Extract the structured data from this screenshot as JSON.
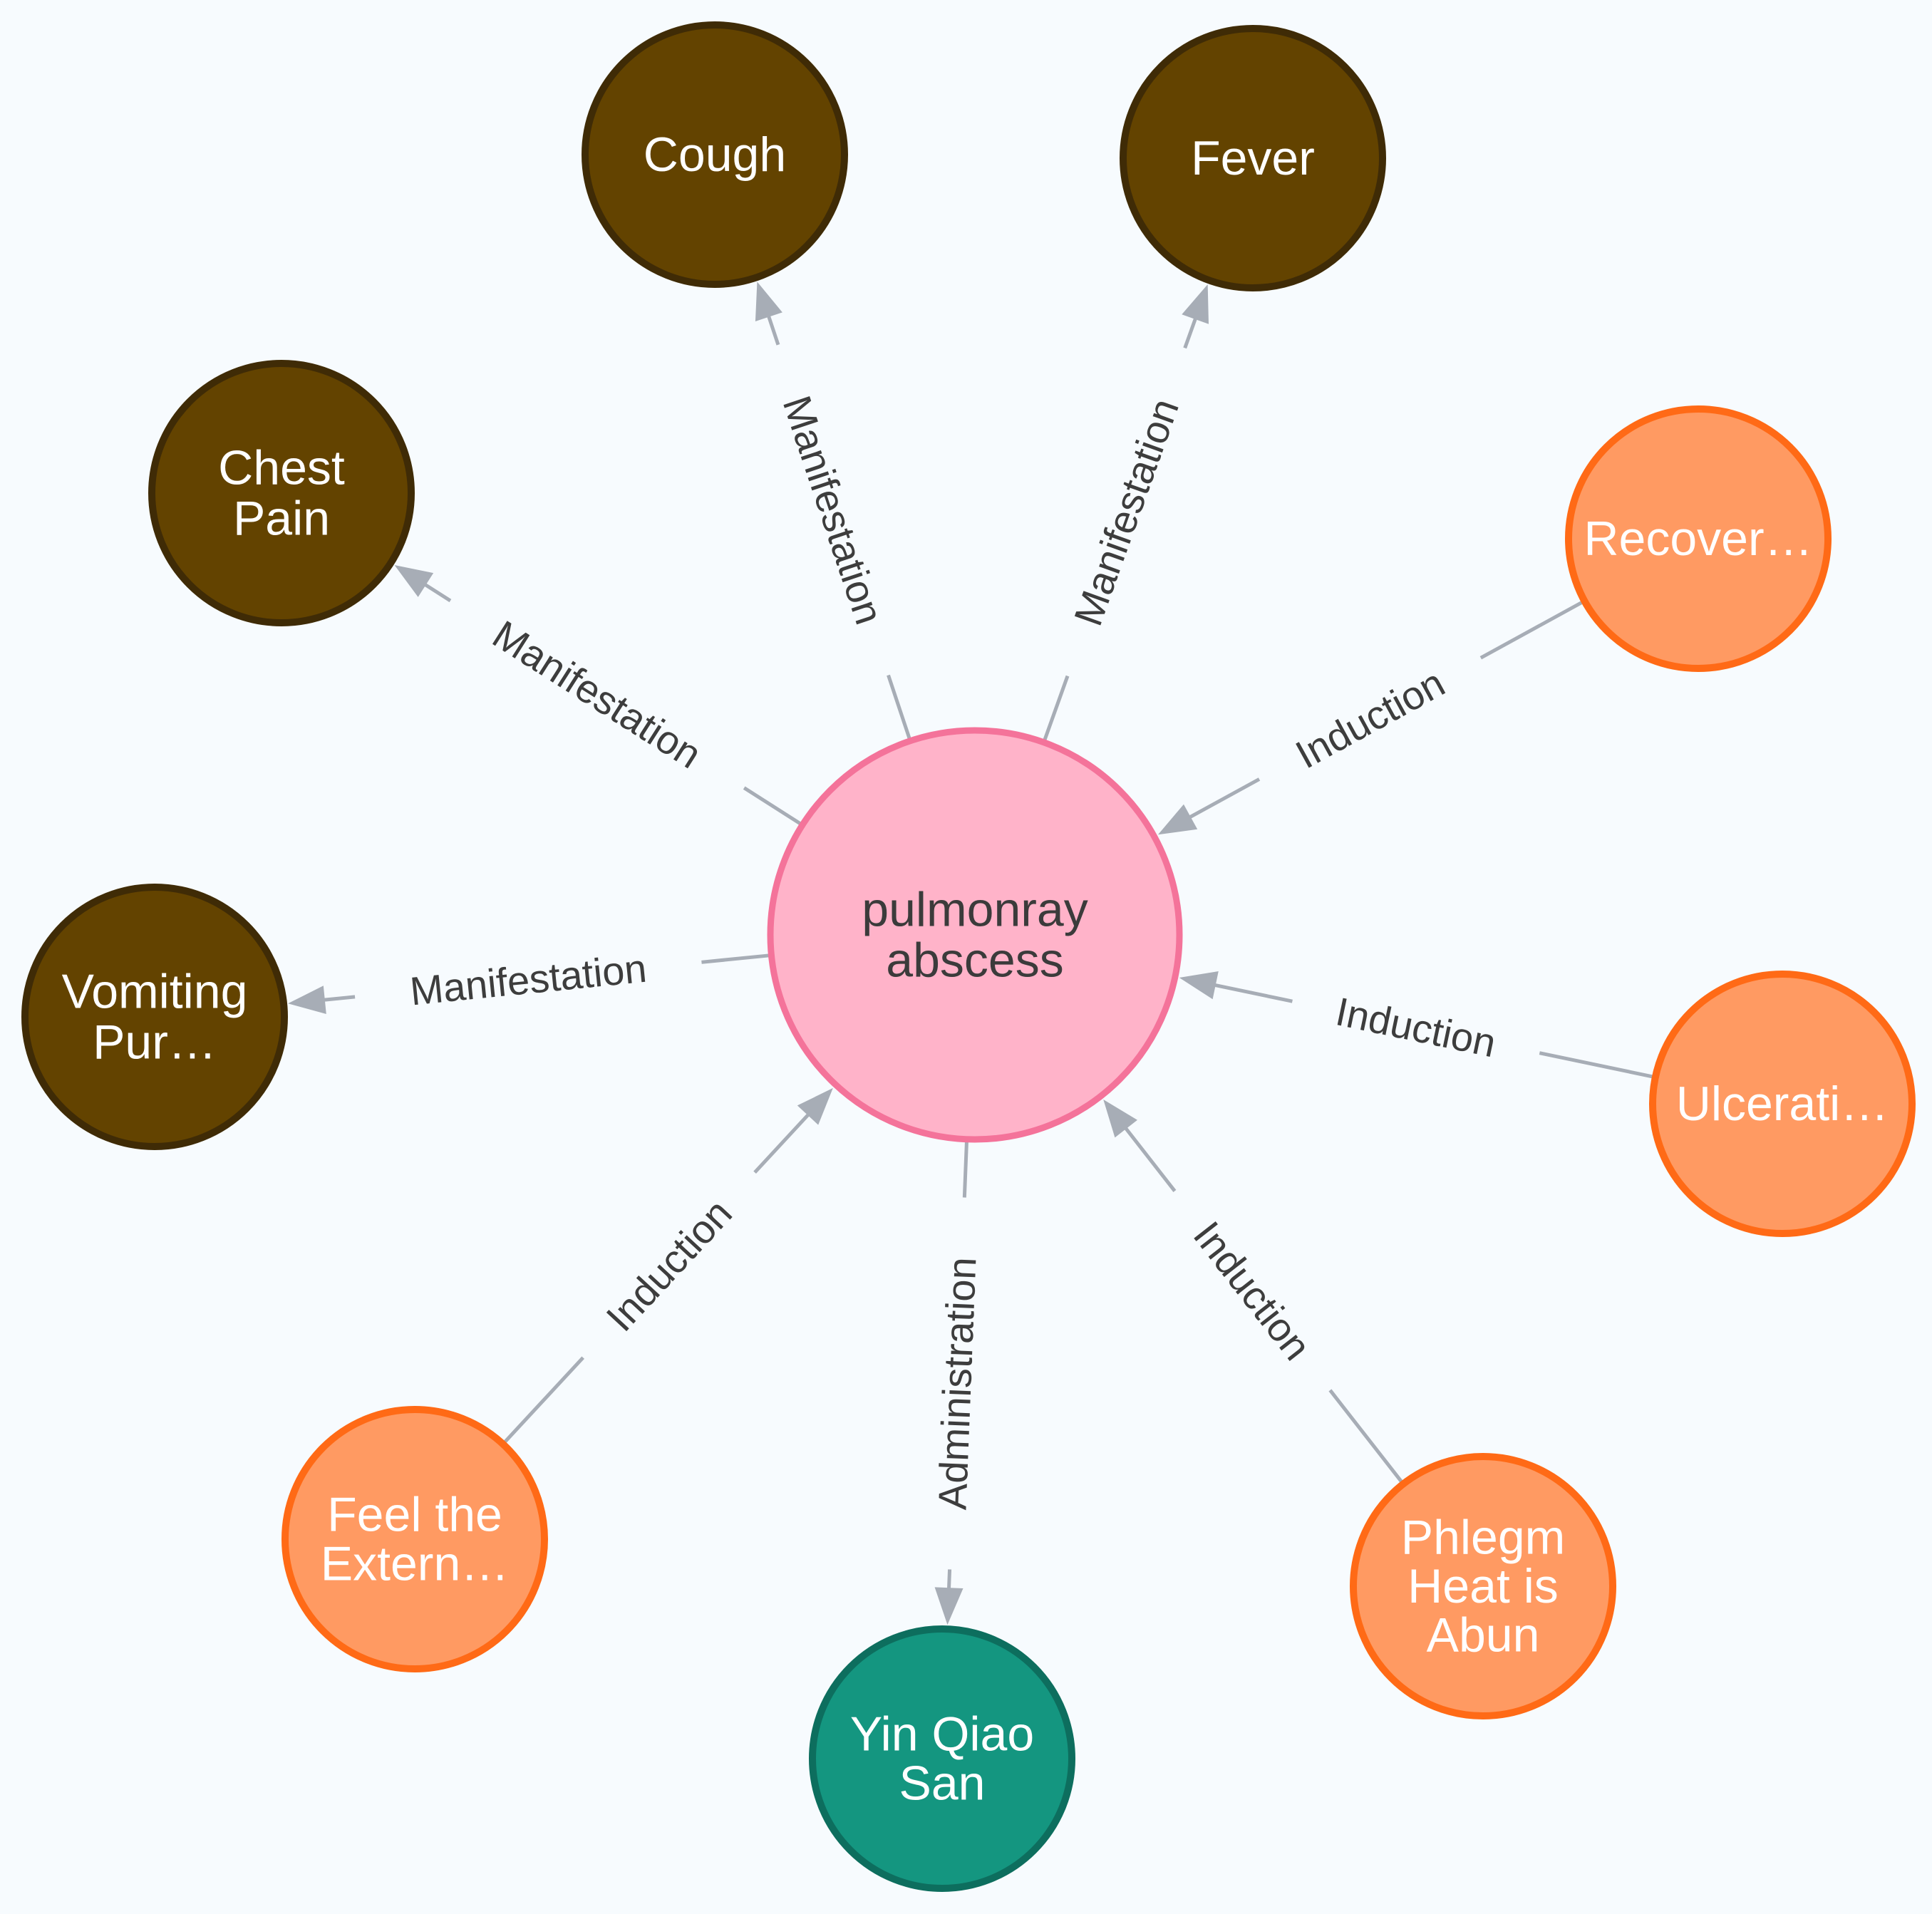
{
  "center": {
    "id": "center",
    "lines": [
      "pulmonray",
      "abscess"
    ],
    "fill": "#ffb3c9",
    "stroke": "#f4739a",
    "text_color": "#3b3b3b"
  },
  "nodes": [
    {
      "id": "cough",
      "lines": [
        "Cough"
      ],
      "fill": "#634300",
      "stroke": "#3f2b06",
      "text_color": "#ffffff"
    },
    {
      "id": "fever",
      "lines": [
        "Fever"
      ],
      "fill": "#634300",
      "stroke": "#3f2b06",
      "text_color": "#ffffff"
    },
    {
      "id": "chest-pain",
      "lines": [
        "Chest",
        "Pain"
      ],
      "fill": "#634300",
      "stroke": "#3f2b06",
      "text_color": "#ffffff"
    },
    {
      "id": "vomiting",
      "lines": [
        "Vomiting",
        "Pur…"
      ],
      "fill": "#634300",
      "stroke": "#3f2b06",
      "text_color": "#ffffff"
    },
    {
      "id": "recover",
      "lines": [
        "Recover…"
      ],
      "fill": "#ff9a62",
      "stroke": "#ff6a16",
      "text_color": "#ffffff"
    },
    {
      "id": "ulcerati",
      "lines": [
        "Ulcerati…"
      ],
      "fill": "#ff9a62",
      "stroke": "#ff6a16",
      "text_color": "#ffffff"
    },
    {
      "id": "feel-extern",
      "lines": [
        "Feel the",
        "Extern…"
      ],
      "fill": "#ff9a62",
      "stroke": "#ff6a16",
      "text_color": "#ffffff"
    },
    {
      "id": "phlegm-heat",
      "lines": [
        "Phlegm",
        "Heat is",
        "Abun"
      ],
      "fill": "#ff9a62",
      "stroke": "#ff6a16",
      "text_color": "#ffffff"
    },
    {
      "id": "yin-qiao-san",
      "lines": [
        "Yin Qiao",
        "San"
      ],
      "fill": "#149680",
      "stroke": "#0d6e5e",
      "text_color": "#ffffff"
    }
  ],
  "edges": [
    {
      "from": "center",
      "to": "cough",
      "label": "Manifestation"
    },
    {
      "from": "center",
      "to": "fever",
      "label": "Manifestation"
    },
    {
      "from": "center",
      "to": "chest-pain",
      "label": "Manifestation"
    },
    {
      "from": "center",
      "to": "vomiting",
      "label": "Manifestation"
    },
    {
      "from": "recover",
      "to": "center",
      "label": "Induction"
    },
    {
      "from": "ulcerati",
      "to": "center",
      "label": "Induction"
    },
    {
      "from": "feel-extern",
      "to": "center",
      "label": "Induction"
    },
    {
      "from": "phlegm-heat",
      "to": "center",
      "label": "Induction"
    },
    {
      "from": "center",
      "to": "yin-qiao-san",
      "label": "Administration"
    }
  ],
  "edge_color": "#a7adb6"
}
